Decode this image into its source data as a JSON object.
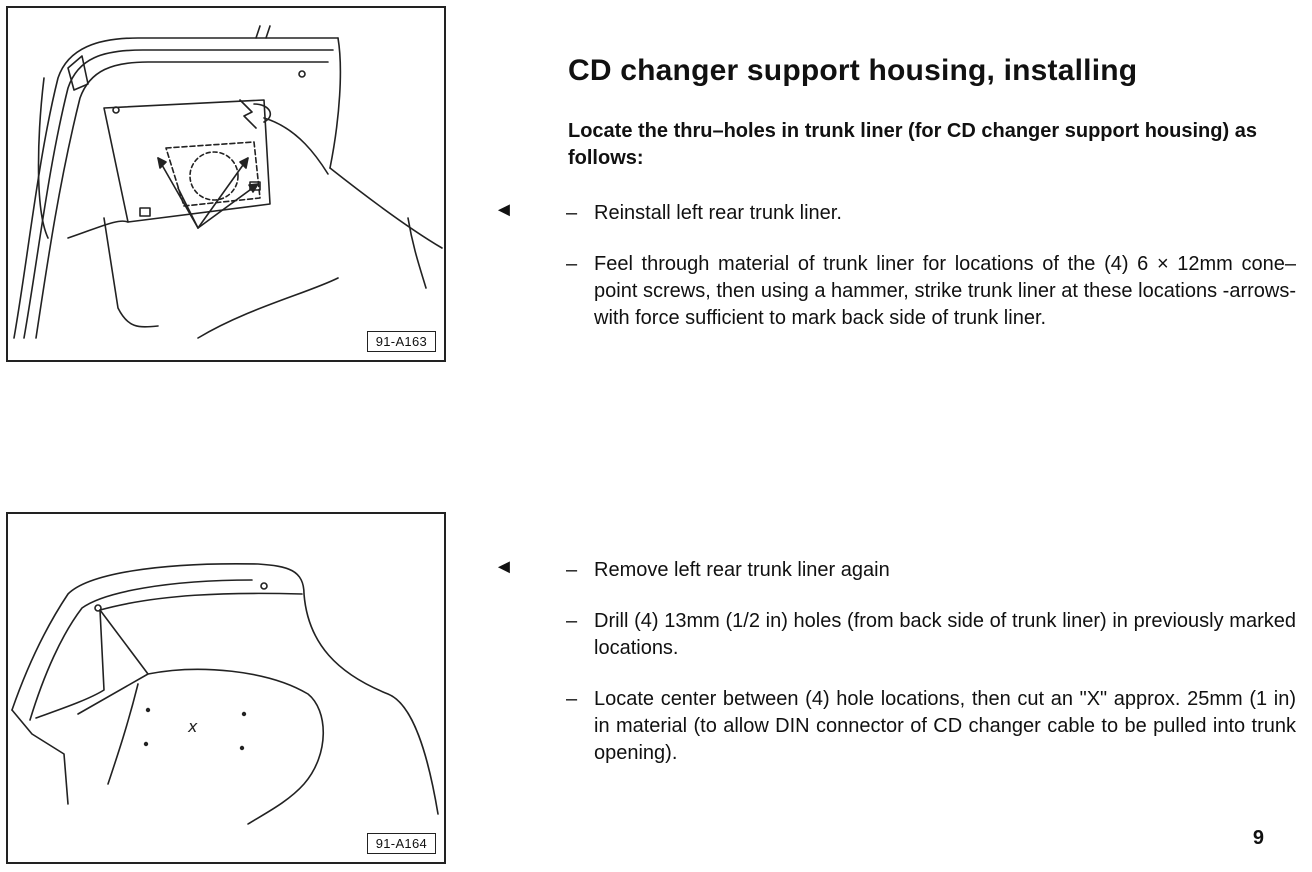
{
  "figures": {
    "top_label": "91-A163",
    "bottom_label": "91-A164"
  },
  "section": {
    "title": "CD changer support housing, installing",
    "intro": "Locate the thru–holes in trunk liner (for CD changer support housing) as follows:"
  },
  "steps_top": [
    {
      "dash": "–",
      "text": "Reinstall left rear trunk liner."
    },
    {
      "dash": "–",
      "text": "Feel through material of trunk liner for locations of the (4) 6 × 12mm cone–point screws, then using a hammer, strike trunk liner at these locations -arrows- with force sufficient to mark back side of trunk liner."
    }
  ],
  "steps_bottom": [
    {
      "dash": "–",
      "text": "Remove left rear trunk liner again"
    },
    {
      "dash": "–",
      "text": "Drill (4) 13mm (1/2 in) holes (from back side of trunk liner) in previously marked locations."
    },
    {
      "dash": "–",
      "text": "Locate center between (4) hole locations, then cut an \"X\" approx. 25mm (1 in) in material (to allow DIN connector of CD changer cable to be pulled into trunk opening)."
    }
  ],
  "markers": {
    "top": "◄",
    "bottom": "◄"
  },
  "page_number": "9"
}
